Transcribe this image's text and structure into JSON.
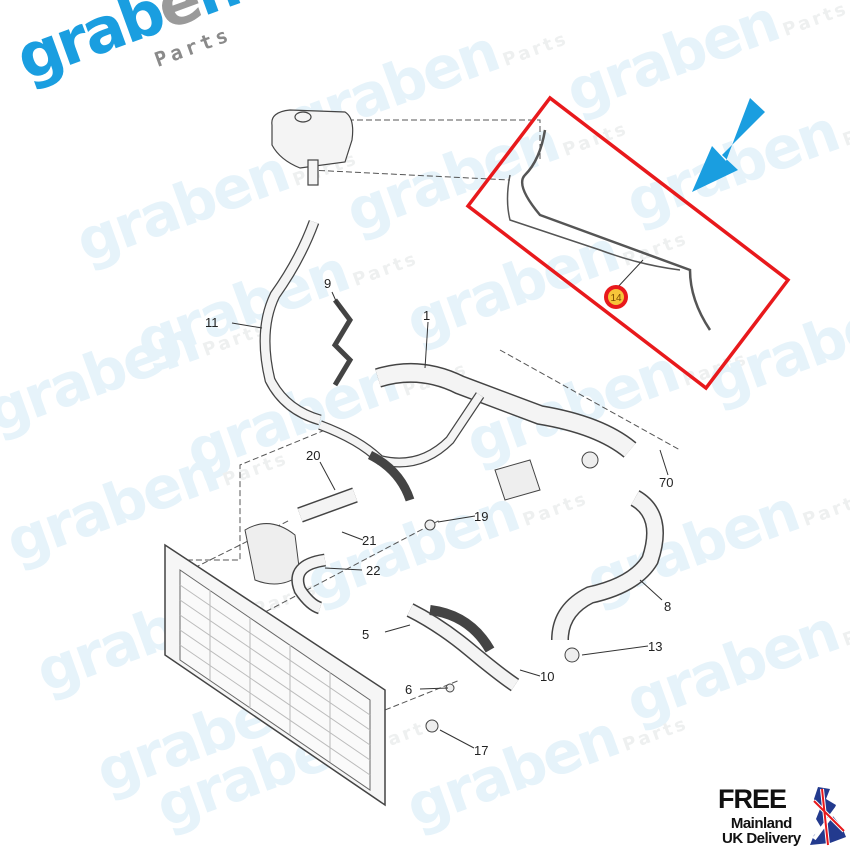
{
  "brand": {
    "logo_main": "graben",
    "logo_sub": "Parts",
    "color_blue": "#1a9ee0",
    "color_grey": "#9a9a9a"
  },
  "watermark": {
    "text": "graben",
    "sub": "Parts"
  },
  "diagram": {
    "labels": [
      "11",
      "9",
      "1",
      "20",
      "21",
      "22",
      "19",
      "70",
      "8",
      "13",
      "10",
      "5",
      "6",
      "17"
    ],
    "highlight_label": "14",
    "highlight_box_color": "#e8191c",
    "arrow_color": "#1a9ee0",
    "highlight_marker_color": "#e8191c"
  },
  "badge": {
    "free": "FREE",
    "line1": "Mainland",
    "line2": "UK Delivery"
  }
}
